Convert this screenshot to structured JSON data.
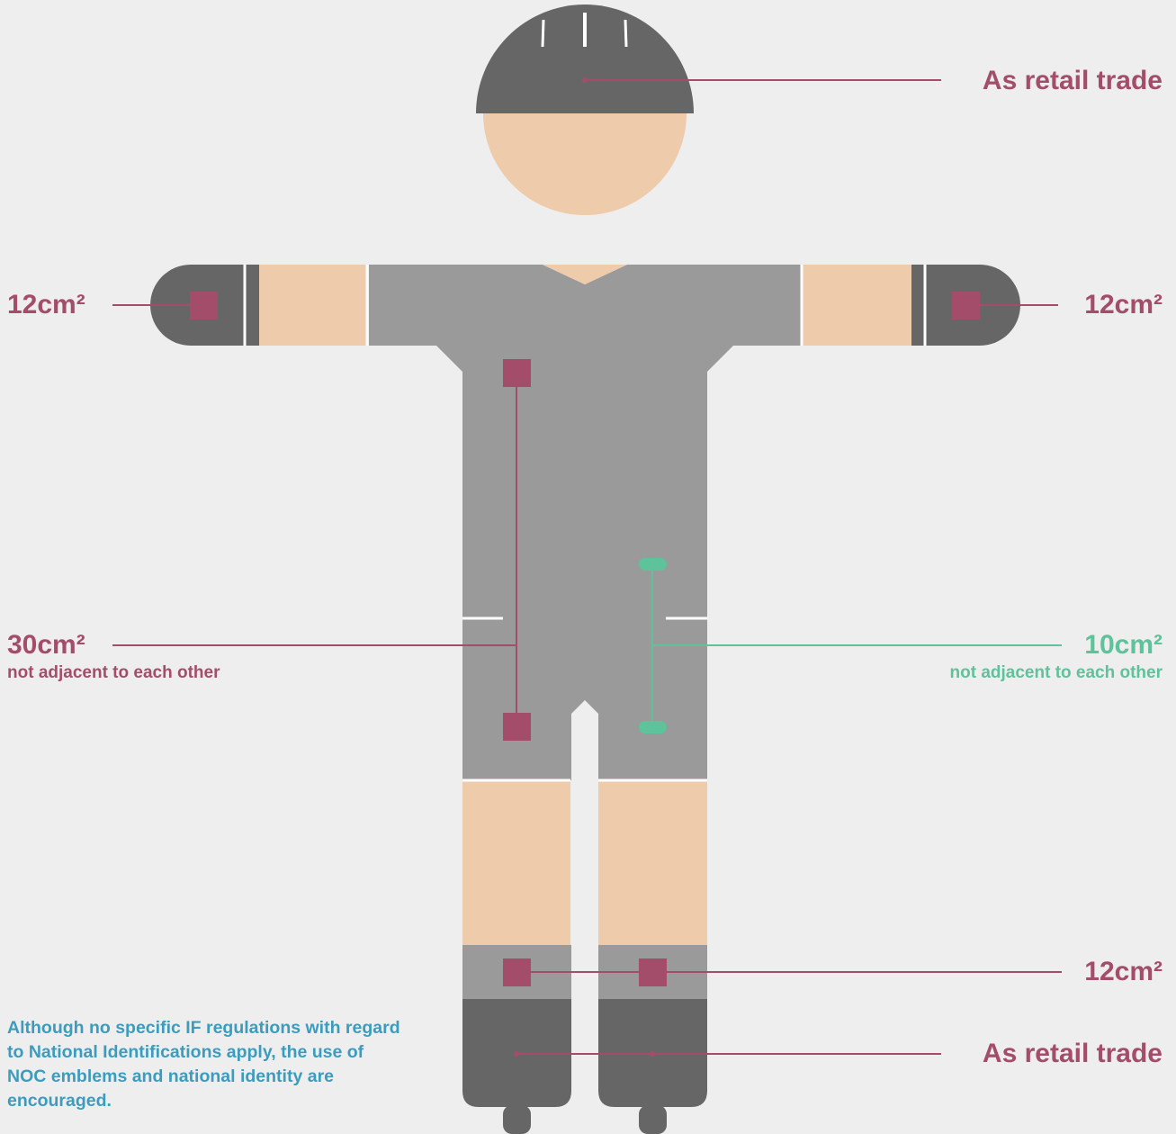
{
  "labels": {
    "headgear": "As retail trade",
    "left_sleeve": "12cm²",
    "right_sleeve": "12cm²",
    "torso_left": "30cm²",
    "torso_left_note": "not adjacent to each other",
    "torso_right": "10cm²",
    "torso_right_note": "not adjacent to each other",
    "socks": "12cm²",
    "footwear": "As retail trade"
  },
  "note": "Although no specific IF regulations with regard to National Identifications apply, the use of NOC emblems and national identity are encouraged.",
  "colors": {
    "background": "#eeeeee",
    "skin": "#eecbab",
    "garment": "#9a9a9a",
    "dark_gear": "#666666",
    "marker_magenta": "#a34d6b",
    "marker_green": "#5ec29a",
    "note_blue": "#3c9cbd"
  }
}
